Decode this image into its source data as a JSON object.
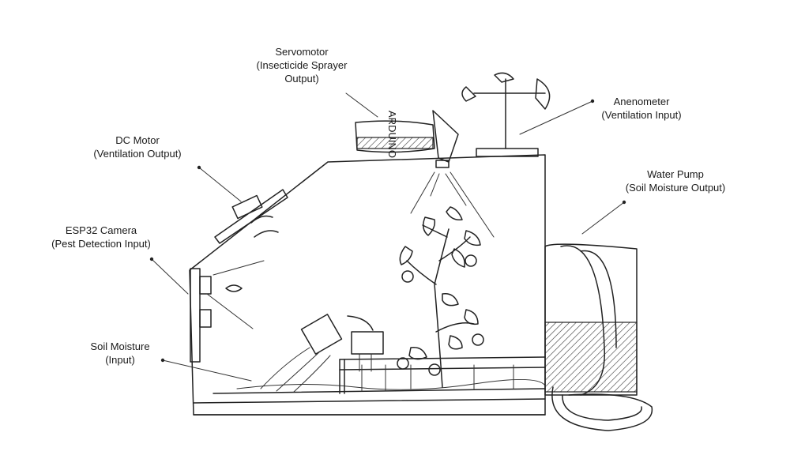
{
  "labels": {
    "servo": {
      "line1": "Servomotor",
      "line2": "(Insecticide Sprayer",
      "line3": "Output)"
    },
    "anemometer": {
      "line1": "Anenometer",
      "line2": "(Ventilation Input)"
    },
    "dc_motor": {
      "line1": "DC Motor",
      "line2": "(Ventilation Output)"
    },
    "water_pump": {
      "line1": "Water Pump",
      "line2": "(Soil Moisture Output)"
    },
    "camera": {
      "line1": "ESP32 Camera",
      "line2": "(Pest Detection Input)"
    },
    "soil": {
      "line1": "Soil Moisture",
      "line2": "(Input)"
    }
  },
  "servo_body_text": "ARDUINO",
  "colors": {
    "ink": "#222222",
    "background": "#ffffff"
  }
}
